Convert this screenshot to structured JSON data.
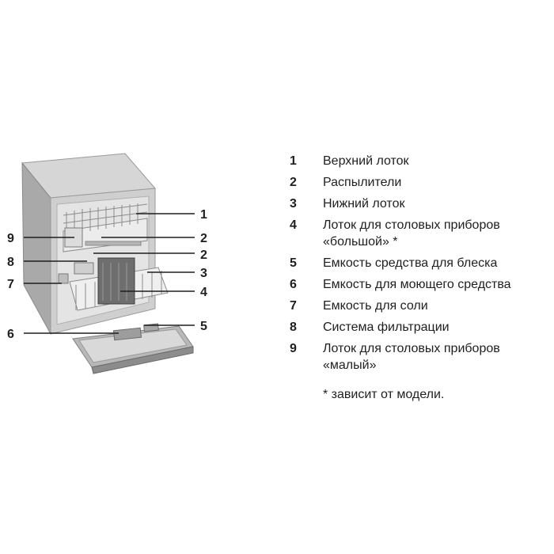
{
  "callouts": {
    "c1": "1",
    "c2a": "2",
    "c2b": "2",
    "c3": "3",
    "c4": "4",
    "c5": "5",
    "c6": "6",
    "c7": "7",
    "c8": "8",
    "c9": "9"
  },
  "legend": [
    {
      "num": "1",
      "text": "Верхний лоток"
    },
    {
      "num": "2",
      "text": "Распылители"
    },
    {
      "num": "3",
      "text": "Нижний лоток"
    },
    {
      "num": "4",
      "text": "Лоток для столовых приборов «большой» *"
    },
    {
      "num": "5",
      "text": "Емкость средства для блеска"
    },
    {
      "num": "6",
      "text": "Емкость для моющего средства"
    },
    {
      "num": "7",
      "text": "Емкость для соли"
    },
    {
      "num": "8",
      "text": "Система фильтрации"
    },
    {
      "num": "9",
      "text": "Лоток для столовых приборов «малый»"
    }
  ],
  "footnote": "* зависит от модели."
}
